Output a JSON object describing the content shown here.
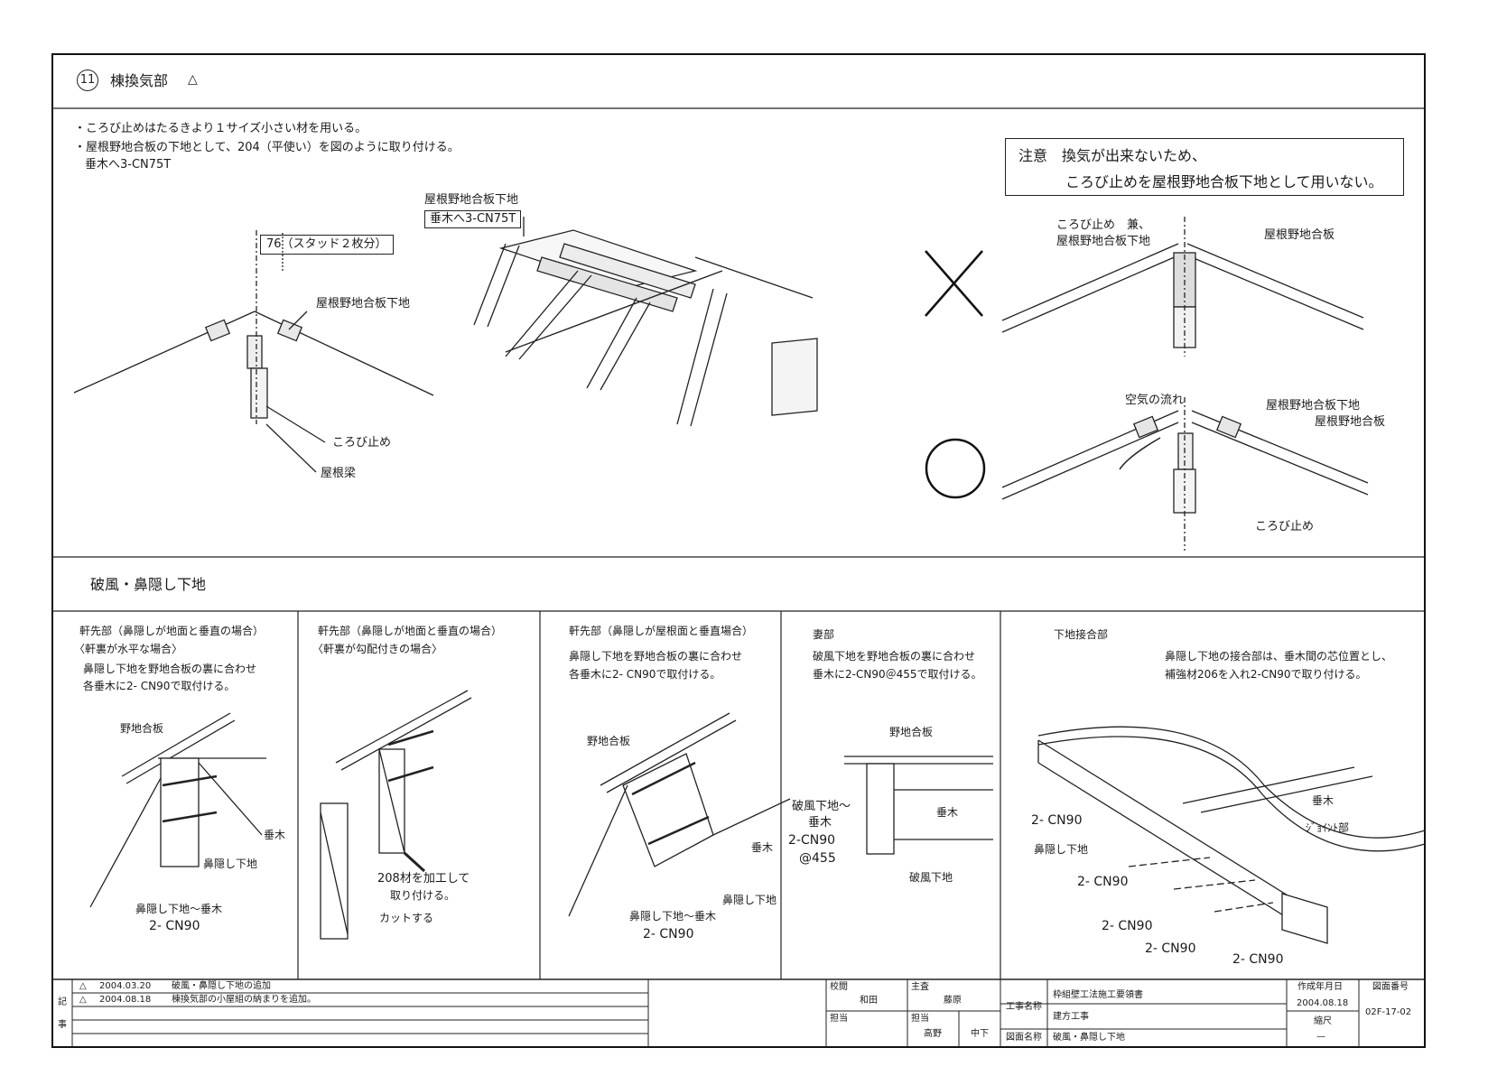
{
  "section11": {
    "number": "11",
    "title": "棟換気部",
    "revision_mark": "△",
    "notes": [
      "・ころび止めはたるきより１サイズ小さい材を用いる。",
      "・屋根野地合板の下地として、204（平使い）を図のように取り付ける。",
      "垂木へ3-CN75T"
    ],
    "left_detail": {
      "dim_label": "76（スタッド２枚分）",
      "label_sheathing_base": "屋根野地合板下地",
      "label_blocking": "ころび止め",
      "label_ridge_beam": "屋根梁"
    },
    "iso_detail": {
      "label_base": "屋根野地合板下地",
      "label_nail": "垂木へ3-CN75T"
    },
    "caution": {
      "line1": "注意　換気が出来ないため、",
      "line2": "ころび止めを屋根野地合板下地として用いない。"
    },
    "wrong_detail": {
      "mark": "×",
      "label_blocking_double": "ころび止め　兼、",
      "label_blocking_double2": "屋根野地合板下地",
      "label_sheathing": "屋根野地合板"
    },
    "right_detail": {
      "mark": "○",
      "label_airflow": "空気の流れ",
      "label_base": "屋根野地合板下地",
      "label_sheathing": "屋根野地合板",
      "label_blocking": "ころび止め"
    }
  },
  "section_fascia": {
    "title": "破風・鼻隠し下地",
    "panels": [
      {
        "heading1": "軒先部（鼻隠しが地面と垂直の場合）",
        "heading2": "〈軒裏が水平な場合〉",
        "desc1": "鼻隠し下地を野地合板の裏に合わせ",
        "desc2": "各垂木に2- CN90で取付ける。",
        "label_sheathing": "野地合板",
        "label_rafter": "垂木",
        "label_fascia_base": "鼻隠し下地",
        "label_nail1": "鼻隠し下地～垂木",
        "label_nail2": "2- CN90"
      },
      {
        "heading1": "軒先部（鼻隠しが地面と垂直の場合）",
        "heading2": "〈軒裏が勾配付きの場合〉",
        "note1": "208材を加工して",
        "note2": "取り付ける。",
        "label_cut": "カットする"
      },
      {
        "heading1": "軒先部（鼻隠しが屋根面と垂直場合）",
        "desc1": "鼻隠し下地を野地合板の裏に合わせ",
        "desc2": "各垂木に2- CN90で取付ける。",
        "label_sheathing": "野地合板",
        "label_rafter": "垂木",
        "label_fascia_base": "鼻隠し下地",
        "label_nail1": "鼻隠し下地～垂木",
        "label_nail2": "2- CN90"
      },
      {
        "heading1": "妻部",
        "desc1": "破風下地を野地合板の裏に合わせ",
        "desc2": "垂木に2-CN90＠455で取付ける。",
        "label_sheathing": "野地合板",
        "label_nail1": "破風下地～",
        "label_nail2": "垂木",
        "label_nail3": "2-CN90",
        "label_nail4": "@455",
        "label_rafter": "垂木",
        "label_barge_base": "破風下地"
      },
      {
        "heading1": "下地接合部",
        "desc1": "鼻隠し下地の接合部は、垂木間の芯位置とし、",
        "desc2": "補強材206を入れ2-CN90で取り付ける。",
        "label_rafter": "垂木",
        "label_joint": "ｼﾞｮｲﾝﾄ部",
        "label_fascia_base": "鼻隠し下地",
        "nails": [
          "2- CN90",
          "2- CN90",
          "2- CN90",
          "2- CN90",
          "2- CN90"
        ]
      }
    ]
  },
  "title_block": {
    "notes_label1": "記",
    "notes_label2": "事",
    "revisions": [
      {
        "mark": "△",
        "date": "2004.03.20",
        "text": "破風・鼻隠し下地の追加"
      },
      {
        "mark": "△",
        "date": "2004.08.18",
        "text": "棟換気部の小屋組の納まりを追加。"
      }
    ],
    "checked_label": "校閲",
    "checked_name": "和田",
    "chief_label": "主査",
    "chief_name": "藤原",
    "drawn_label": "担当",
    "drawn_label2": "担当",
    "drawn_name1": "高野",
    "drawn_name2": "中下",
    "project_label": "工事名称",
    "project_name": "枠組壁工法施工要領書",
    "work_label": "",
    "work_name": "建方工事",
    "drawing_label": "図面名称",
    "drawing_name": "破風・鼻隠し下地",
    "date_label": "作成年月日",
    "date_value": "2004.08.18",
    "scale_label": "縮尺",
    "scale_value": "—",
    "number_label": "図面番号",
    "number_value": "02F-17-02"
  }
}
